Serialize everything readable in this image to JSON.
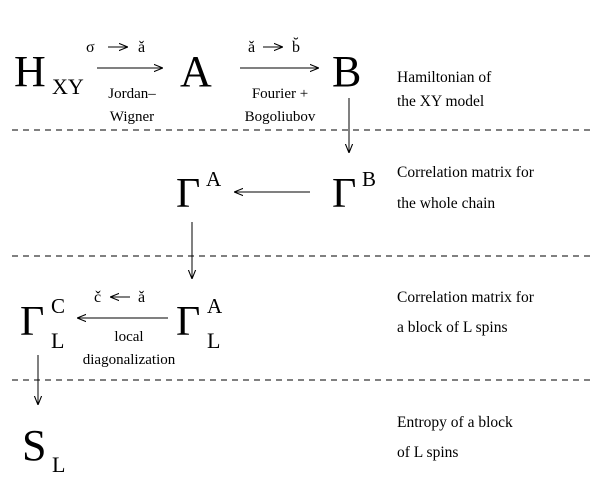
{
  "nodes": {
    "hxy": {
      "main": "H",
      "sub": "XY"
    },
    "a": {
      "main": "A"
    },
    "b": {
      "main": "B"
    },
    "gamma_a": {
      "main": "Γ",
      "sup": "A"
    },
    "gamma_b": {
      "main": "Γ",
      "sup": "B"
    },
    "gamma_l_c": {
      "main": "Γ",
      "sup": "C",
      "sub": "L"
    },
    "gamma_l_a": {
      "main": "Γ",
      "sup": "A",
      "sub": "L"
    },
    "s_l": {
      "main": "S",
      "sub": "L"
    }
  },
  "edges": {
    "jw": {
      "op_from": "σ",
      "op_to": "ǎ",
      "label_line1": "Jordan–",
      "label_line2": "Wigner"
    },
    "fb": {
      "op_from": "ǎ",
      "op_to": "b̆",
      "label_line1": "Fourier +",
      "label_line2": "Bogoliubov"
    },
    "ld": {
      "op_from": "č",
      "op_to": "ǎ",
      "label_line1": "local",
      "label_line2": "diagonalization"
    }
  },
  "descriptions": {
    "row1_line1": "Hamiltonian of",
    "row1_line2": "the XY model",
    "row2_line1": "Correlation matrix for",
    "row2_line2": "the whole chain",
    "row3_line1": "Correlation matrix for",
    "row3_line2": "a block of L spins",
    "row4_line1": "Entropy of a block",
    "row4_line2": "of L spins"
  }
}
